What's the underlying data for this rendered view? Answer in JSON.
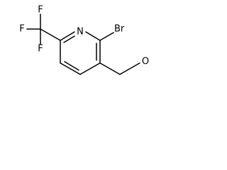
{
  "molecule": {
    "atoms": {
      "nitrogen": "N",
      "bromine": "Br",
      "fluorine_top": "F",
      "fluorine_left": "F",
      "fluorine_bottom": "F",
      "oxygen": "O"
    }
  }
}
